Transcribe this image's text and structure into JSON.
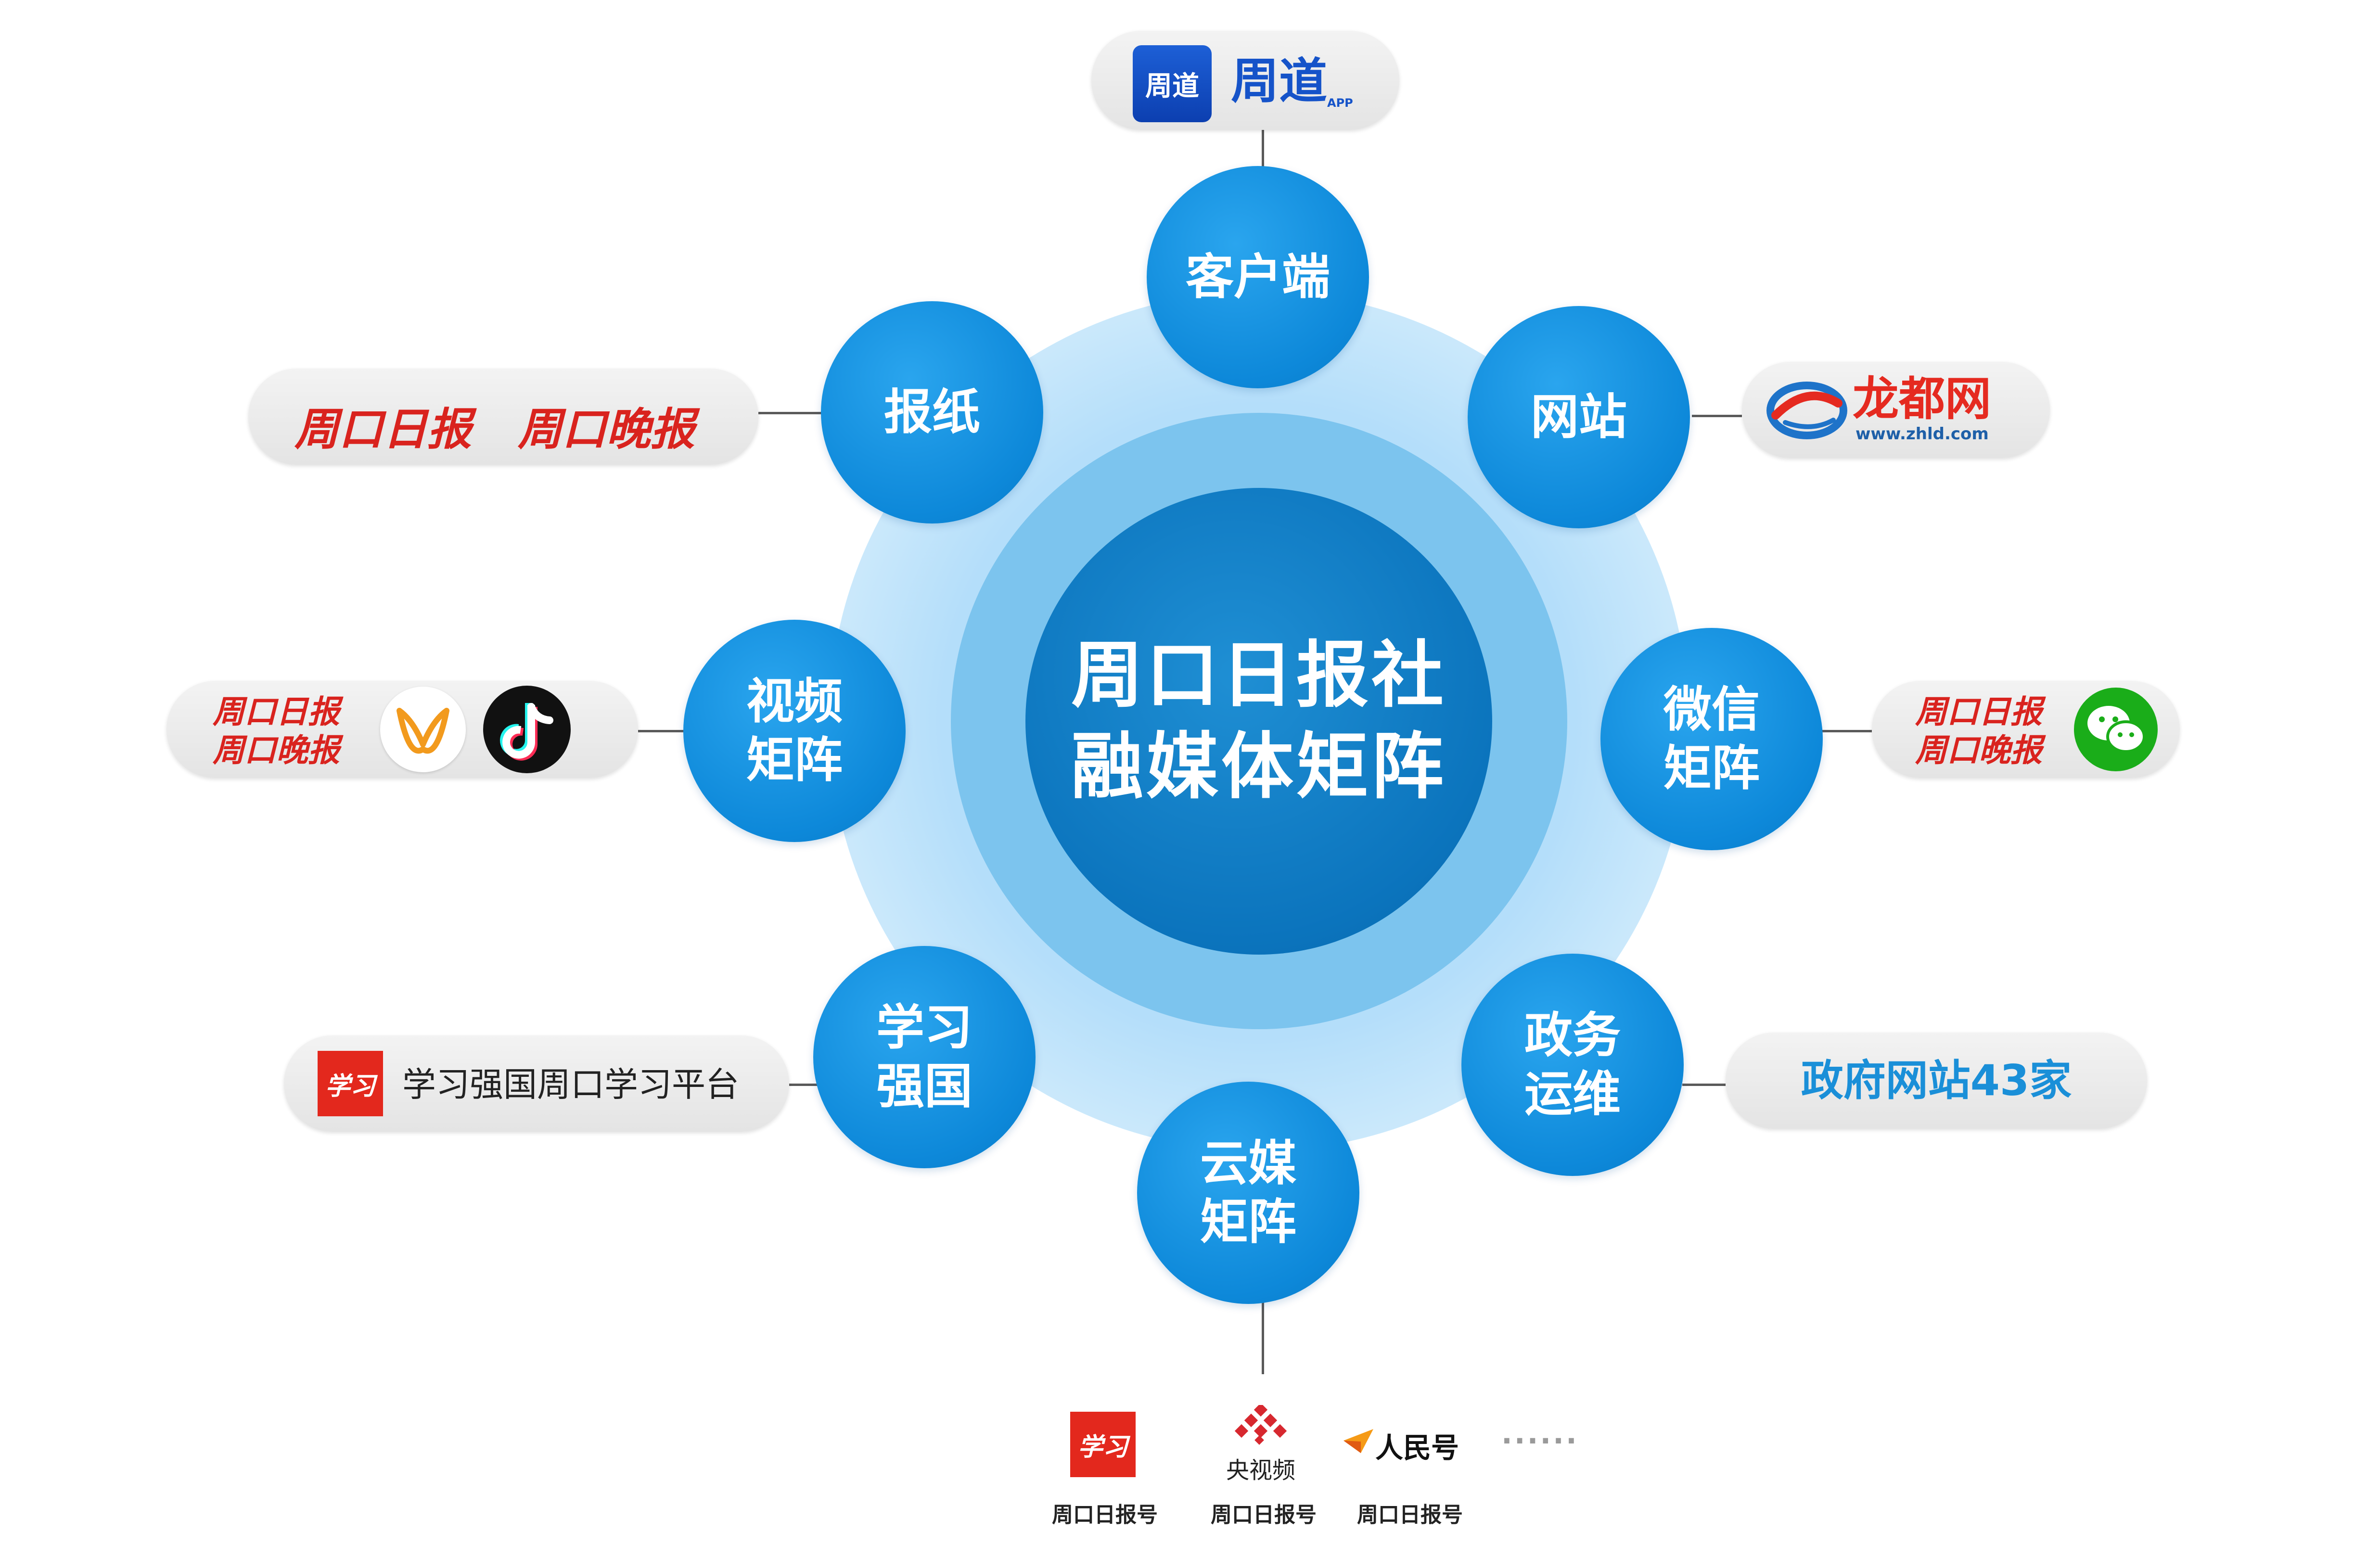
{
  "center": {
    "line1": "周口日报社",
    "line2": "融媒体矩阵"
  },
  "nodes": {
    "client": {
      "line1": "客户端"
    },
    "newspaper": {
      "line1": "报纸"
    },
    "website": {
      "line1": "网站"
    },
    "video": {
      "line1": "视频",
      "line2": "矩阵"
    },
    "wechat": {
      "line1": "微信",
      "line2": "矩阵"
    },
    "xuexi": {
      "line1": "学习",
      "line2": "强国"
    },
    "gov": {
      "line1": "政务",
      "line2": "运维"
    },
    "cloud": {
      "line1": "云媒",
      "line2": "矩阵"
    }
  },
  "pills": {
    "client": {
      "logo_text": "周道",
      "wordmark": "周道",
      "suffix": "APP"
    },
    "newspaper": {
      "brand1": "周口日报",
      "brand2": "周口晚报"
    },
    "website": {
      "name": "龙都网",
      "url": "www.zhld.com"
    },
    "video": {
      "brand1": "周口日报",
      "brand2": "周口晚报"
    },
    "wechat": {
      "brand1": "周口日报",
      "brand2": "周口晚报"
    },
    "xuexi": {
      "logo_text": "学习",
      "label": "学习强国周口学习平台"
    },
    "gov": {
      "label": "政府网站43家"
    }
  },
  "bottom_platforms": [
    {
      "logo_text": "学习",
      "label": "周口日报号"
    },
    {
      "logo_text": "央视频",
      "label": "周口日报号"
    },
    {
      "logo_text": "人民号",
      "label": "周口日报号"
    }
  ],
  "bottom_more": "······",
  "colors": {
    "node_blue": "#0d88d9",
    "core_blue": "#0b74bd",
    "ring_blue": "#7cc4ee",
    "brand_red": "#d9231e",
    "gov_text_blue": "#1a8fd8",
    "wechat_green": "#1aad19"
  },
  "icons": {
    "client_logo": "zhoudao-app-icon",
    "website_logo": "longdu-logo-icon",
    "video_logo_1": "butterfly-logo-icon",
    "video_logo_2": "tiktok-icon",
    "wechat_logo": "wechat-icon",
    "xuexi_logo": "xuexi-qiangguo-icon",
    "cctv_logo": "cctv-video-icon",
    "renmin_logo": "renmin-hao-icon"
  }
}
